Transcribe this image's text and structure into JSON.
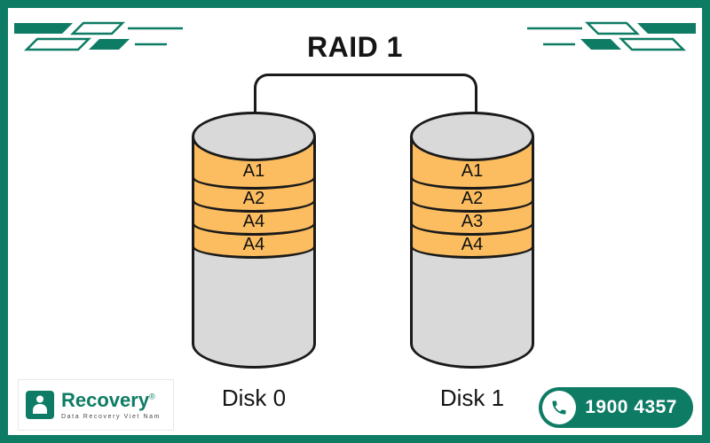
{
  "title": "RAID 1",
  "disks": [
    {
      "label": "Disk 0",
      "blocks": [
        "A1",
        "A2",
        "A4",
        "A4"
      ]
    },
    {
      "label": "Disk 1",
      "blocks": [
        "A1",
        "A2",
        "A3",
        "A4"
      ]
    }
  ],
  "logo": {
    "brand": "Recovery",
    "reg": "®",
    "tagline": "Data Recovery Viet Nam"
  },
  "phone": {
    "number": "1900 4357"
  },
  "icons": {
    "logo": "person-i-icon",
    "phone": "phone-receiver-icon",
    "corners": "circuit-decoration"
  },
  "colors": {
    "teal": "#0E7C64",
    "band_orange": "#FBBD60",
    "disk_gray": "#D9D9D9",
    "outline": "#1A1A1A"
  }
}
